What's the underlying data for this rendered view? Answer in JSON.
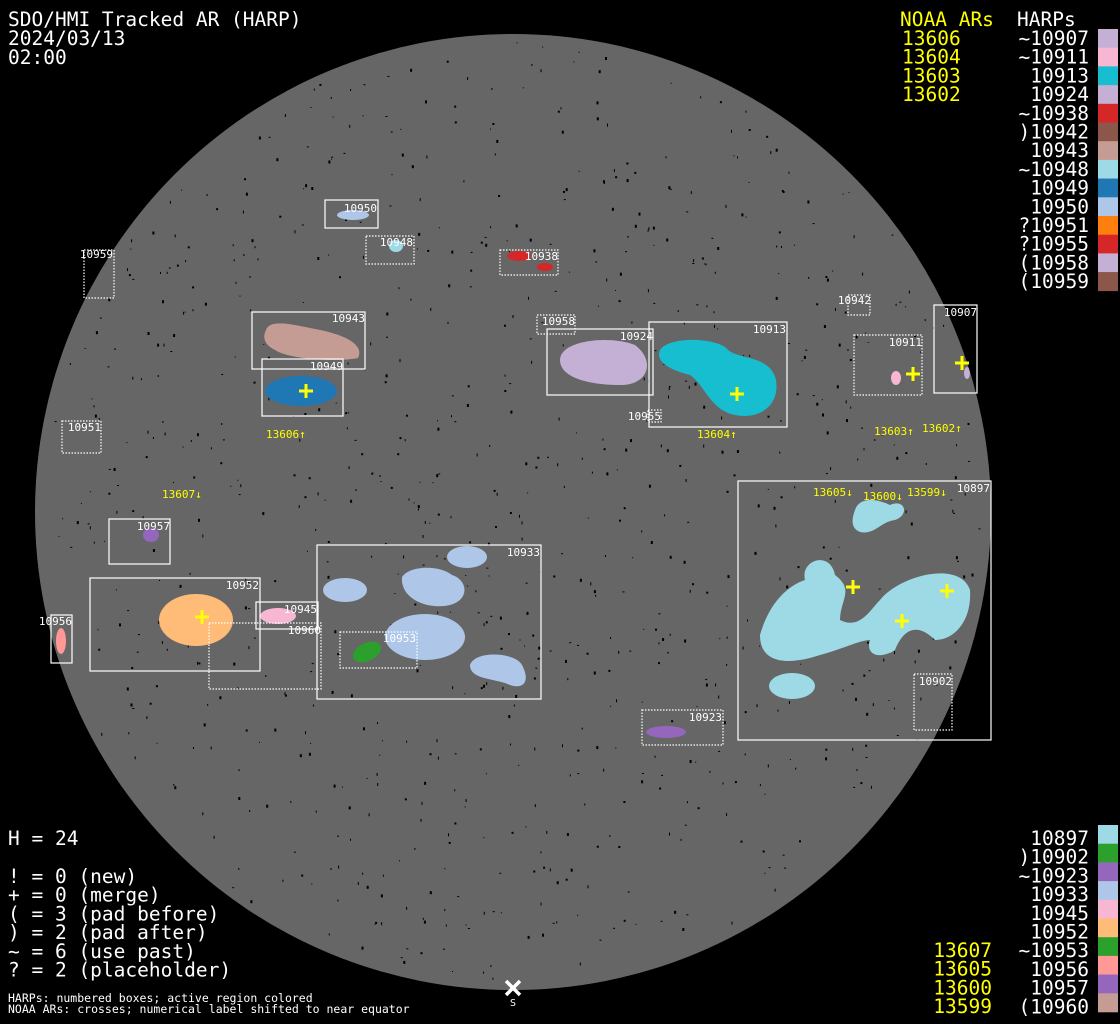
{
  "header": {
    "title": "SDO/HMI Tracked AR (HARP)",
    "date": "2024/03/13",
    "time": "02:00"
  },
  "noaa_top": {
    "title": "NOAA ARs",
    "items": [
      "13606",
      "13604",
      "13603",
      "13602"
    ]
  },
  "harps_top": {
    "title": "HARPs",
    "items": [
      {
        "label": "~10907",
        "color": "#c5b0d5"
      },
      {
        "label": "~10911",
        "color": "#f7b6d2"
      },
      {
        "label": "10913",
        "color": "#17becf"
      },
      {
        "label": "10924",
        "color": "#c5b0d5"
      },
      {
        "label": "~10938",
        "color": "#d62728"
      },
      {
        "label": ")10942",
        "color": "#8c564b"
      },
      {
        "label": "10943",
        "color": "#c49c94"
      },
      {
        "label": "~10948",
        "color": "#9edae5"
      },
      {
        "label": "10949",
        "color": "#1f77b4"
      },
      {
        "label": "10950",
        "color": "#aec7e8"
      },
      {
        "label": "?10951",
        "color": "#ff7f0e"
      },
      {
        "label": "?10955",
        "color": "#d62728"
      },
      {
        "label": "(10958",
        "color": "#c5b0d5"
      },
      {
        "label": "(10959",
        "color": "#8c564b"
      }
    ]
  },
  "harps_bottom": {
    "items": [
      {
        "label": "10897",
        "color": "#9edae5"
      },
      {
        "label": ")10902",
        "color": "#2ca02c"
      },
      {
        "label": "~10923",
        "color": "#9467bd"
      },
      {
        "label": "10933",
        "color": "#aec7e8"
      },
      {
        "label": "10945",
        "color": "#f7b6d2"
      },
      {
        "label": "10952",
        "color": "#ffbb78"
      },
      {
        "label": "~10953",
        "color": "#2ca02c"
      },
      {
        "label": "10956",
        "color": "#ff9896"
      },
      {
        "label": "10957",
        "color": "#9467bd"
      },
      {
        "label": "(10960",
        "color": "#c49c94"
      }
    ]
  },
  "noaa_bottom": {
    "items": [
      "13607",
      "13605",
      "13600",
      "13599"
    ]
  },
  "stats": {
    "h": "H = 24",
    "lines": [
      "! = 0 (new)",
      "+ = 0 (merge)",
      "( = 3 (pad before)",
      ") = 2 (pad after)",
      "~ = 6 (use past)",
      "? = 2 (placeholder)"
    ]
  },
  "footer": [
    "HARPs: numbered boxes; active region colored",
    "NOAA ARs: crosses; numerical label shifted to near equator"
  ],
  "south_label": "S",
  "regions": {
    "r10950": "10950",
    "r10948": "10948",
    "r10959": "10959",
    "r10938": "10938",
    "r10943": "10943",
    "r10949": "10949",
    "r10958": "10958",
    "r10924": "10924",
    "r10913": "10913",
    "r10955": "10955",
    "r10942": "10942",
    "r10911": "10911",
    "r10907": "10907",
    "r10951": "10951",
    "r10957": "10957",
    "r10952": "10952",
    "r10945": "10945",
    "r10960": "10960",
    "r10956": "10956",
    "r10933": "10933",
    "r10953": "10953",
    "r10923": "10923",
    "r10897": "10897",
    "r10902": "10902"
  },
  "noaa_labels": {
    "n13606": "13606↑",
    "n13604": "13604↑",
    "n13603": "13603↑",
    "n13602": "13602↑",
    "n13607": "13607↓",
    "n13605": "13605↓",
    "n13600": "13600↓",
    "n13599": "13599↓"
  }
}
